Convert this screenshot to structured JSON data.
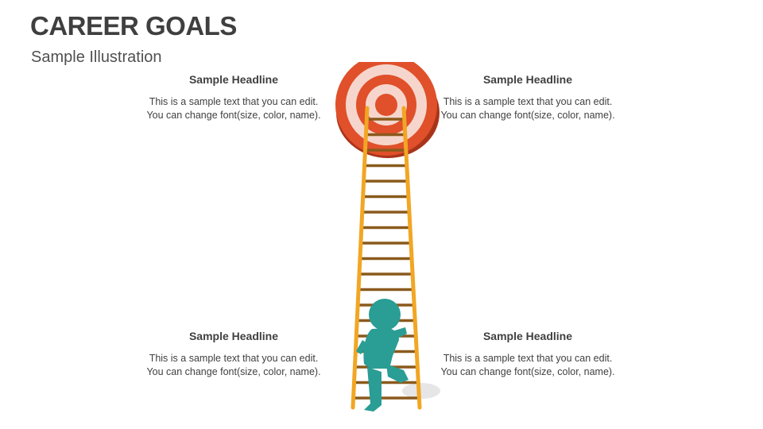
{
  "slide": {
    "title": "CAREER GOALS",
    "subtitle": "Sample Illustration"
  },
  "blocks": [
    {
      "headline": "Sample Headline",
      "text": "This is a sample text that you can edit. You can change font(size, color, name)."
    },
    {
      "headline": "Sample Headline",
      "text": "This is a sample text that you can edit. You can change font(size, color, name)."
    },
    {
      "headline": "Sample Headline",
      "text": "This is a sample text that you can edit. You can change font(size, color, name)."
    },
    {
      "headline": "Sample Headline",
      "text": "This is a sample text that you can edit. You can change font(size, color, name)."
    }
  ],
  "colors": {
    "target_red": "#e0502a",
    "target_pink": "#f6d6cc",
    "ladder_rail": "#f2a623",
    "ladder_rung": "#8a5a1c",
    "figure": "#2a9d94"
  },
  "icons": [
    "target-icon",
    "ladder-icon",
    "climbing-person-icon"
  ]
}
